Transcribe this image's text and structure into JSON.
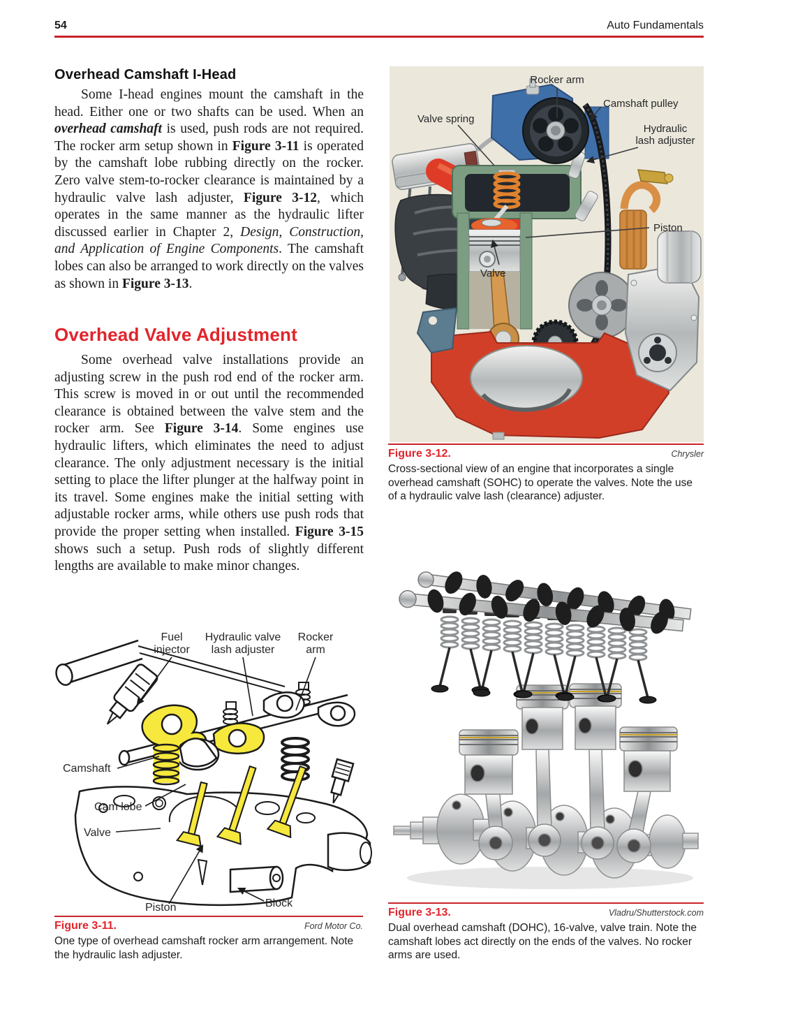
{
  "header": {
    "page_number": "54",
    "running_title": "Auto Fundamentals"
  },
  "colors": {
    "accent_red_text": "#e1242b",
    "rule_red": "#c9242b",
    "body_text": "#1c1c1c",
    "figure12_background": "#ebe7db",
    "figure11_highlight_yellow": "#f6e83c"
  },
  "left_column": {
    "heading_camshaft": "Overhead Camshaft I-Head",
    "para1_runs": [
      {
        "text": "Some I-head engines mount the camshaft in the head. Either one or two shafts can be used. When an "
      },
      {
        "text": "overhead camshaft"
      },
      {
        "text": " is used, push rods are not required. The rocker arm setup shown in "
      },
      {
        "text": "Figure 3-11"
      },
      {
        "text": " is operated by the camshaft lobe rubbing directly on the rocker. Zero valve stem-to-rocker clearance is maintained by a hydraulic valve lash adjuster, "
      },
      {
        "text": "Figure 3-12"
      },
      {
        "text": ", which operates in the same manner as the hydraulic lifter discussed earlier in Chapter 2, "
      },
      {
        "text": "Design, Construction, and Application of Engine Components"
      },
      {
        "text": ". The camshaft lobes can also be arranged to work directly on the valves as shown in "
      },
      {
        "text": "Figure 3-13"
      },
      {
        "text": "."
      }
    ],
    "heading_valve_adjustment": "Overhead Valve Adjustment",
    "para2_runs": [
      {
        "text": "Some overhead valve installations provide an adjusting screw in the push rod end of the rocker arm. This screw is moved in or out until the recommended clearance is obtained between the valve stem and the rocker arm. See "
      },
      {
        "text": "Figure 3-14"
      },
      {
        "text": ". Some engines use hydraulic lifters, which eliminates the need to adjust clearance. The only adjustment necessary is the initial setting to place the lifter plunger at the halfway point in its travel. Some engines make the initial setting with adjustable rocker arms, while others use push rods that provide the proper setting when installed. "
      },
      {
        "text": "Figure 3-15"
      },
      {
        "text": " shows such a setup. Push rods of slightly different lengths are available to make minor changes."
      }
    ]
  },
  "figure_3_12": {
    "caption_label": "Figure 3-12.",
    "credit": "Chrysler",
    "caption": "Cross-sectional view of an engine that incorporates a single overhead camshaft (SOHC) to operate the valves. Note the use of a hydraulic valve lash (clearance) adjuster.",
    "labels": {
      "rocker_arm": "Rocker arm",
      "camshaft_pulley": "Camshaft pulley",
      "valve_spring": "Valve spring",
      "lash_adjuster_line1": "Hydraulic",
      "lash_adjuster_line2": "lash adjuster",
      "piston": "Piston",
      "valve": "Valve"
    }
  },
  "figure_3_11": {
    "caption_label": "Figure 3-11.",
    "credit": "Ford Motor Co.",
    "caption": "One type of overhead camshaft rocker arm arrangement. Note the hydraulic lash adjuster.",
    "labels": {
      "fuel_injector_line1": "Fuel",
      "fuel_injector_line2": "injector",
      "lash_adjuster_line1": "Hydraulic valve",
      "lash_adjuster_line2": "lash adjuster",
      "rocker_arm_line1": "Rocker",
      "rocker_arm_line2": "arm",
      "camshaft": "Camshaft",
      "cam_lobe": "Cam lobe",
      "valve": "Valve",
      "piston": "Piston",
      "block": "Block"
    }
  },
  "figure_3_13": {
    "caption_label": "Figure 3-13.",
    "credit": "Vladru/Shutterstock.com",
    "caption": "Dual overhead camshaft (DOHC), 16-valve, valve train. Note the camshaft lobes act directly on the ends of the valves. No rocker arms are used."
  }
}
